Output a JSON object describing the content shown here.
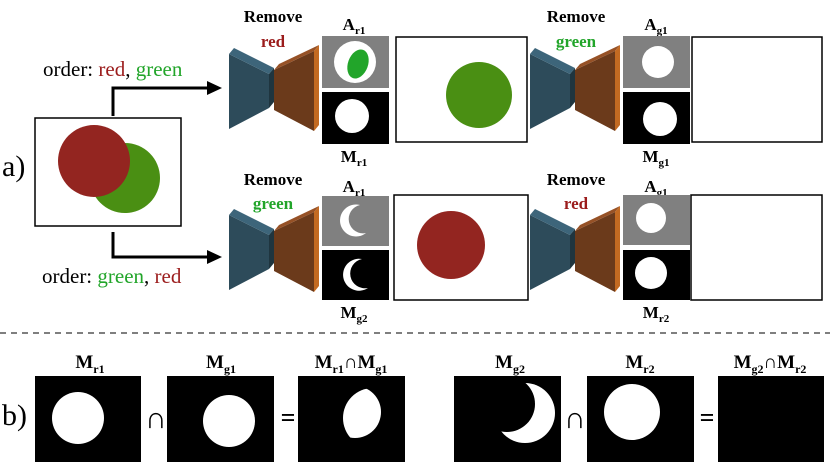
{
  "panel_a_label": "a)",
  "panel_b_label": "b)",
  "order_top": {
    "prefix": "order: ",
    "first": "red",
    "sep": ", ",
    "second": "green"
  },
  "order_bottom": {
    "prefix": "order: ",
    "first": "green",
    "sep": ", ",
    "second": "red"
  },
  "networks": [
    {
      "title": "Remove",
      "target": "red",
      "target_color": "#9b1c1c"
    },
    {
      "title": "Remove",
      "target": "green",
      "target_color": "#22a52a"
    },
    {
      "title": "Remove",
      "target": "green",
      "target_color": "#22a52a"
    },
    {
      "title": "Remove",
      "target": "red",
      "target_color": "#9b1c1c"
    }
  ],
  "labels_a": {
    "A_r1_top": {
      "base": "A",
      "sub": "r1"
    },
    "M_r1_bottom": {
      "base": "M",
      "sub": "r1"
    },
    "A_g1_top": {
      "base": "A",
      "sub": "g1"
    },
    "M_g1_bottom": {
      "base": "M",
      "sub": "g1"
    },
    "A_r1_mid": {
      "base": "A",
      "sub": "r1"
    },
    "M_g2_bottom": {
      "base": "M",
      "sub": "g2"
    },
    "A_g1_mid": {
      "base": "A",
      "sub": "g1"
    },
    "M_r2_bottom": {
      "base": "M",
      "sub": "r2"
    }
  },
  "labels_b": {
    "m_r1": {
      "base": "M",
      "sub": "r1"
    },
    "m_g1": {
      "base": "M",
      "sub": "g1"
    },
    "int1": {
      "left_base": "M",
      "left_sub": "r1",
      "op": "∩",
      "right_base": "M",
      "right_sub": "g1"
    },
    "m_g2": {
      "base": "M",
      "sub": "g2"
    },
    "m_r2": {
      "base": "M",
      "sub": "r2"
    },
    "int2": {
      "left_base": "M",
      "left_sub": "g2",
      "op": "∩",
      "right_base": "M",
      "right_sub": "r2"
    }
  },
  "operators": {
    "intersect": "∩",
    "equals": "="
  },
  "colors": {
    "red_circle": "#932520",
    "green_circle": "#4a8f13",
    "net_dark": "#2d4b5a",
    "net_brown": "#6b3a1b",
    "gray_panel": "#808080",
    "green_text": "#22a52a",
    "red_text": "#9b1c1c"
  }
}
